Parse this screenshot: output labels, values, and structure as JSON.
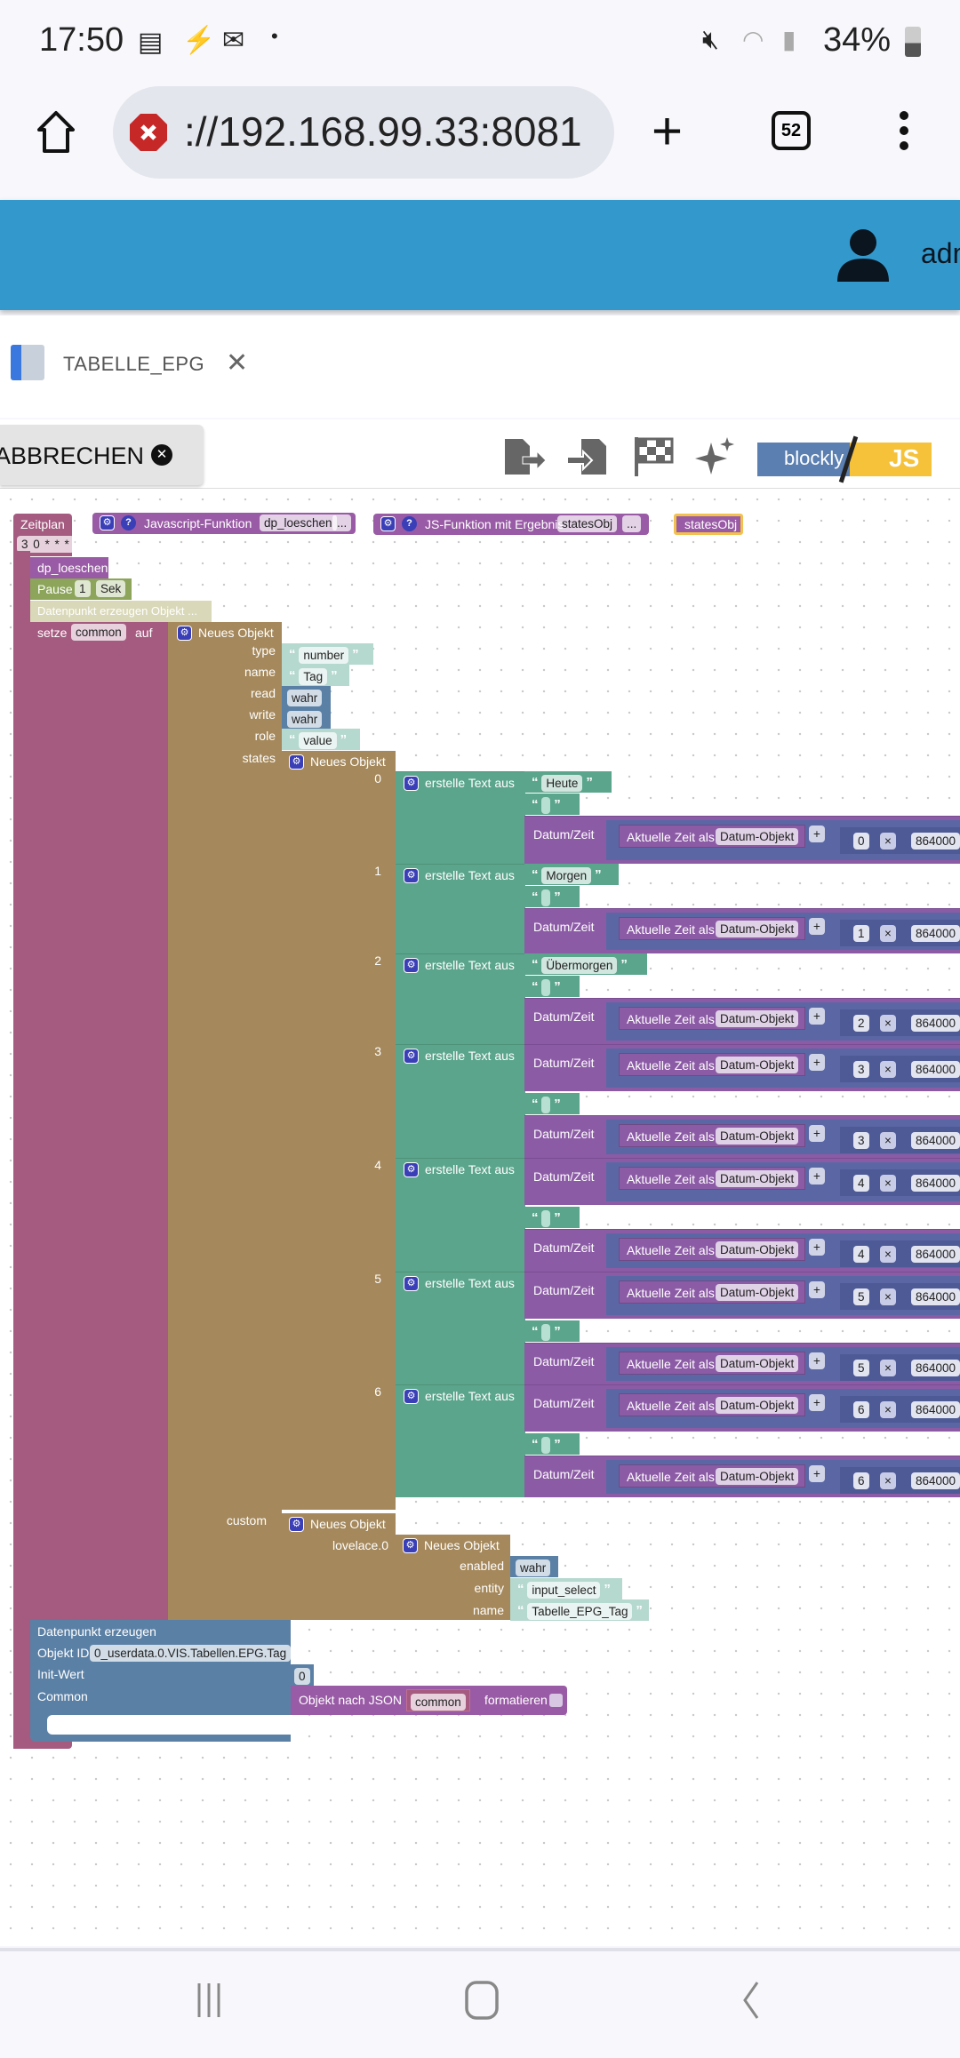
{
  "status": {
    "time": "17:50",
    "battery": "34%"
  },
  "browser": {
    "url": "://192.168.99.33:8081",
    "tab_count": "52"
  },
  "header": {
    "user": "adm"
  },
  "tab": {
    "title": "TABELLE_EPG"
  },
  "toolbar": {
    "cancel": "ABBRECHEN",
    "blockly": "blockly",
    "js": "JS"
  },
  "colors": {
    "header": "#3399cc",
    "schedule": "#a55b80",
    "object": "#a5885b",
    "text": "#5ba58c",
    "function": "#995ba5",
    "datapoint": "#5b80a5"
  },
  "blocks": {
    "schedule": {
      "label": "Zeitplan",
      "cron": "3 0 * * *"
    },
    "js_function": {
      "label": "Javascript-Funktion",
      "name": "dp_loeschen",
      "more": "..."
    },
    "js_function_result": {
      "label": "JS-Funktion mit Ergebnis",
      "name": "statesObj",
      "more": "..."
    },
    "states_var": "statesObj",
    "call": "dp_loeschen",
    "pause": {
      "label": "Pause",
      "value": "1",
      "unit": "Sek"
    },
    "disabled": "Datenpunkt erzeugen Objekt ...",
    "setze": {
      "label": "setze",
      "var": "common",
      "auf": "auf"
    },
    "new_object": "Neues Objekt",
    "props": [
      {
        "key": "type",
        "kind": "text",
        "value": "number"
      },
      {
        "key": "name",
        "kind": "text",
        "value": "Tag"
      },
      {
        "key": "read",
        "kind": "bool",
        "value": "wahr"
      },
      {
        "key": "write",
        "kind": "bool",
        "value": "wahr"
      },
      {
        "key": "role",
        "kind": "text",
        "value": "value"
      },
      {
        "key": "states",
        "kind": "object",
        "value": "Neues Objekt"
      }
    ],
    "states": [
      {
        "index": "0",
        "items": [
          {
            "t": "text",
            "v": "Heute"
          },
          {
            "t": "text",
            "v": ""
          },
          {
            "t": "date",
            "n": "0"
          }
        ]
      },
      {
        "index": "1",
        "items": [
          {
            "t": "text",
            "v": "Morgen"
          },
          {
            "t": "text",
            "v": ""
          },
          {
            "t": "date",
            "n": "1"
          }
        ]
      },
      {
        "index": "2",
        "items": [
          {
            "t": "text",
            "v": "Übermorgen"
          },
          {
            "t": "text",
            "v": ""
          },
          {
            "t": "date",
            "n": "2"
          }
        ]
      },
      {
        "index": "3",
        "items": [
          {
            "t": "date",
            "n": "3"
          },
          {
            "t": "text",
            "v": ""
          },
          {
            "t": "date",
            "n": "3"
          }
        ]
      },
      {
        "index": "4",
        "items": [
          {
            "t": "date",
            "n": "4"
          },
          {
            "t": "text",
            "v": ""
          },
          {
            "t": "date",
            "n": "4"
          }
        ]
      },
      {
        "index": "5",
        "items": [
          {
            "t": "date",
            "n": "5"
          },
          {
            "t": "text",
            "v": ""
          },
          {
            "t": "date",
            "n": "5"
          }
        ]
      },
      {
        "index": "6",
        "items": [
          {
            "t": "date",
            "n": "6"
          },
          {
            "t": "text",
            "v": ""
          },
          {
            "t": "date",
            "n": "6"
          }
        ]
      }
    ],
    "text_join": "erstelle Text aus",
    "date": {
      "label": "Datum/Zeit",
      "now": "Aktuelle Zeit als",
      "format": "Datum-Objekt",
      "op": "+",
      "mul": "×",
      "ms": "864000"
    },
    "custom": {
      "label": "custom",
      "adapter": "lovelace.0",
      "enabled_key": "enabled",
      "enabled": "wahr",
      "entity_key": "entity",
      "entity": "input_select",
      "name_key": "name",
      "name": "Tabelle_EPG_Tag"
    },
    "create_dp": {
      "label": "Datenpunkt erzeugen",
      "id_label": "Objekt ID",
      "id": "0_userdata.0.VIS.Tabellen.EPG.Tag",
      "init_label": "Init-Wert",
      "init": "0",
      "common_label": "Common"
    },
    "to_json": {
      "label": "Objekt nach JSON",
      "var": "common",
      "suffix": "formatieren"
    }
  }
}
